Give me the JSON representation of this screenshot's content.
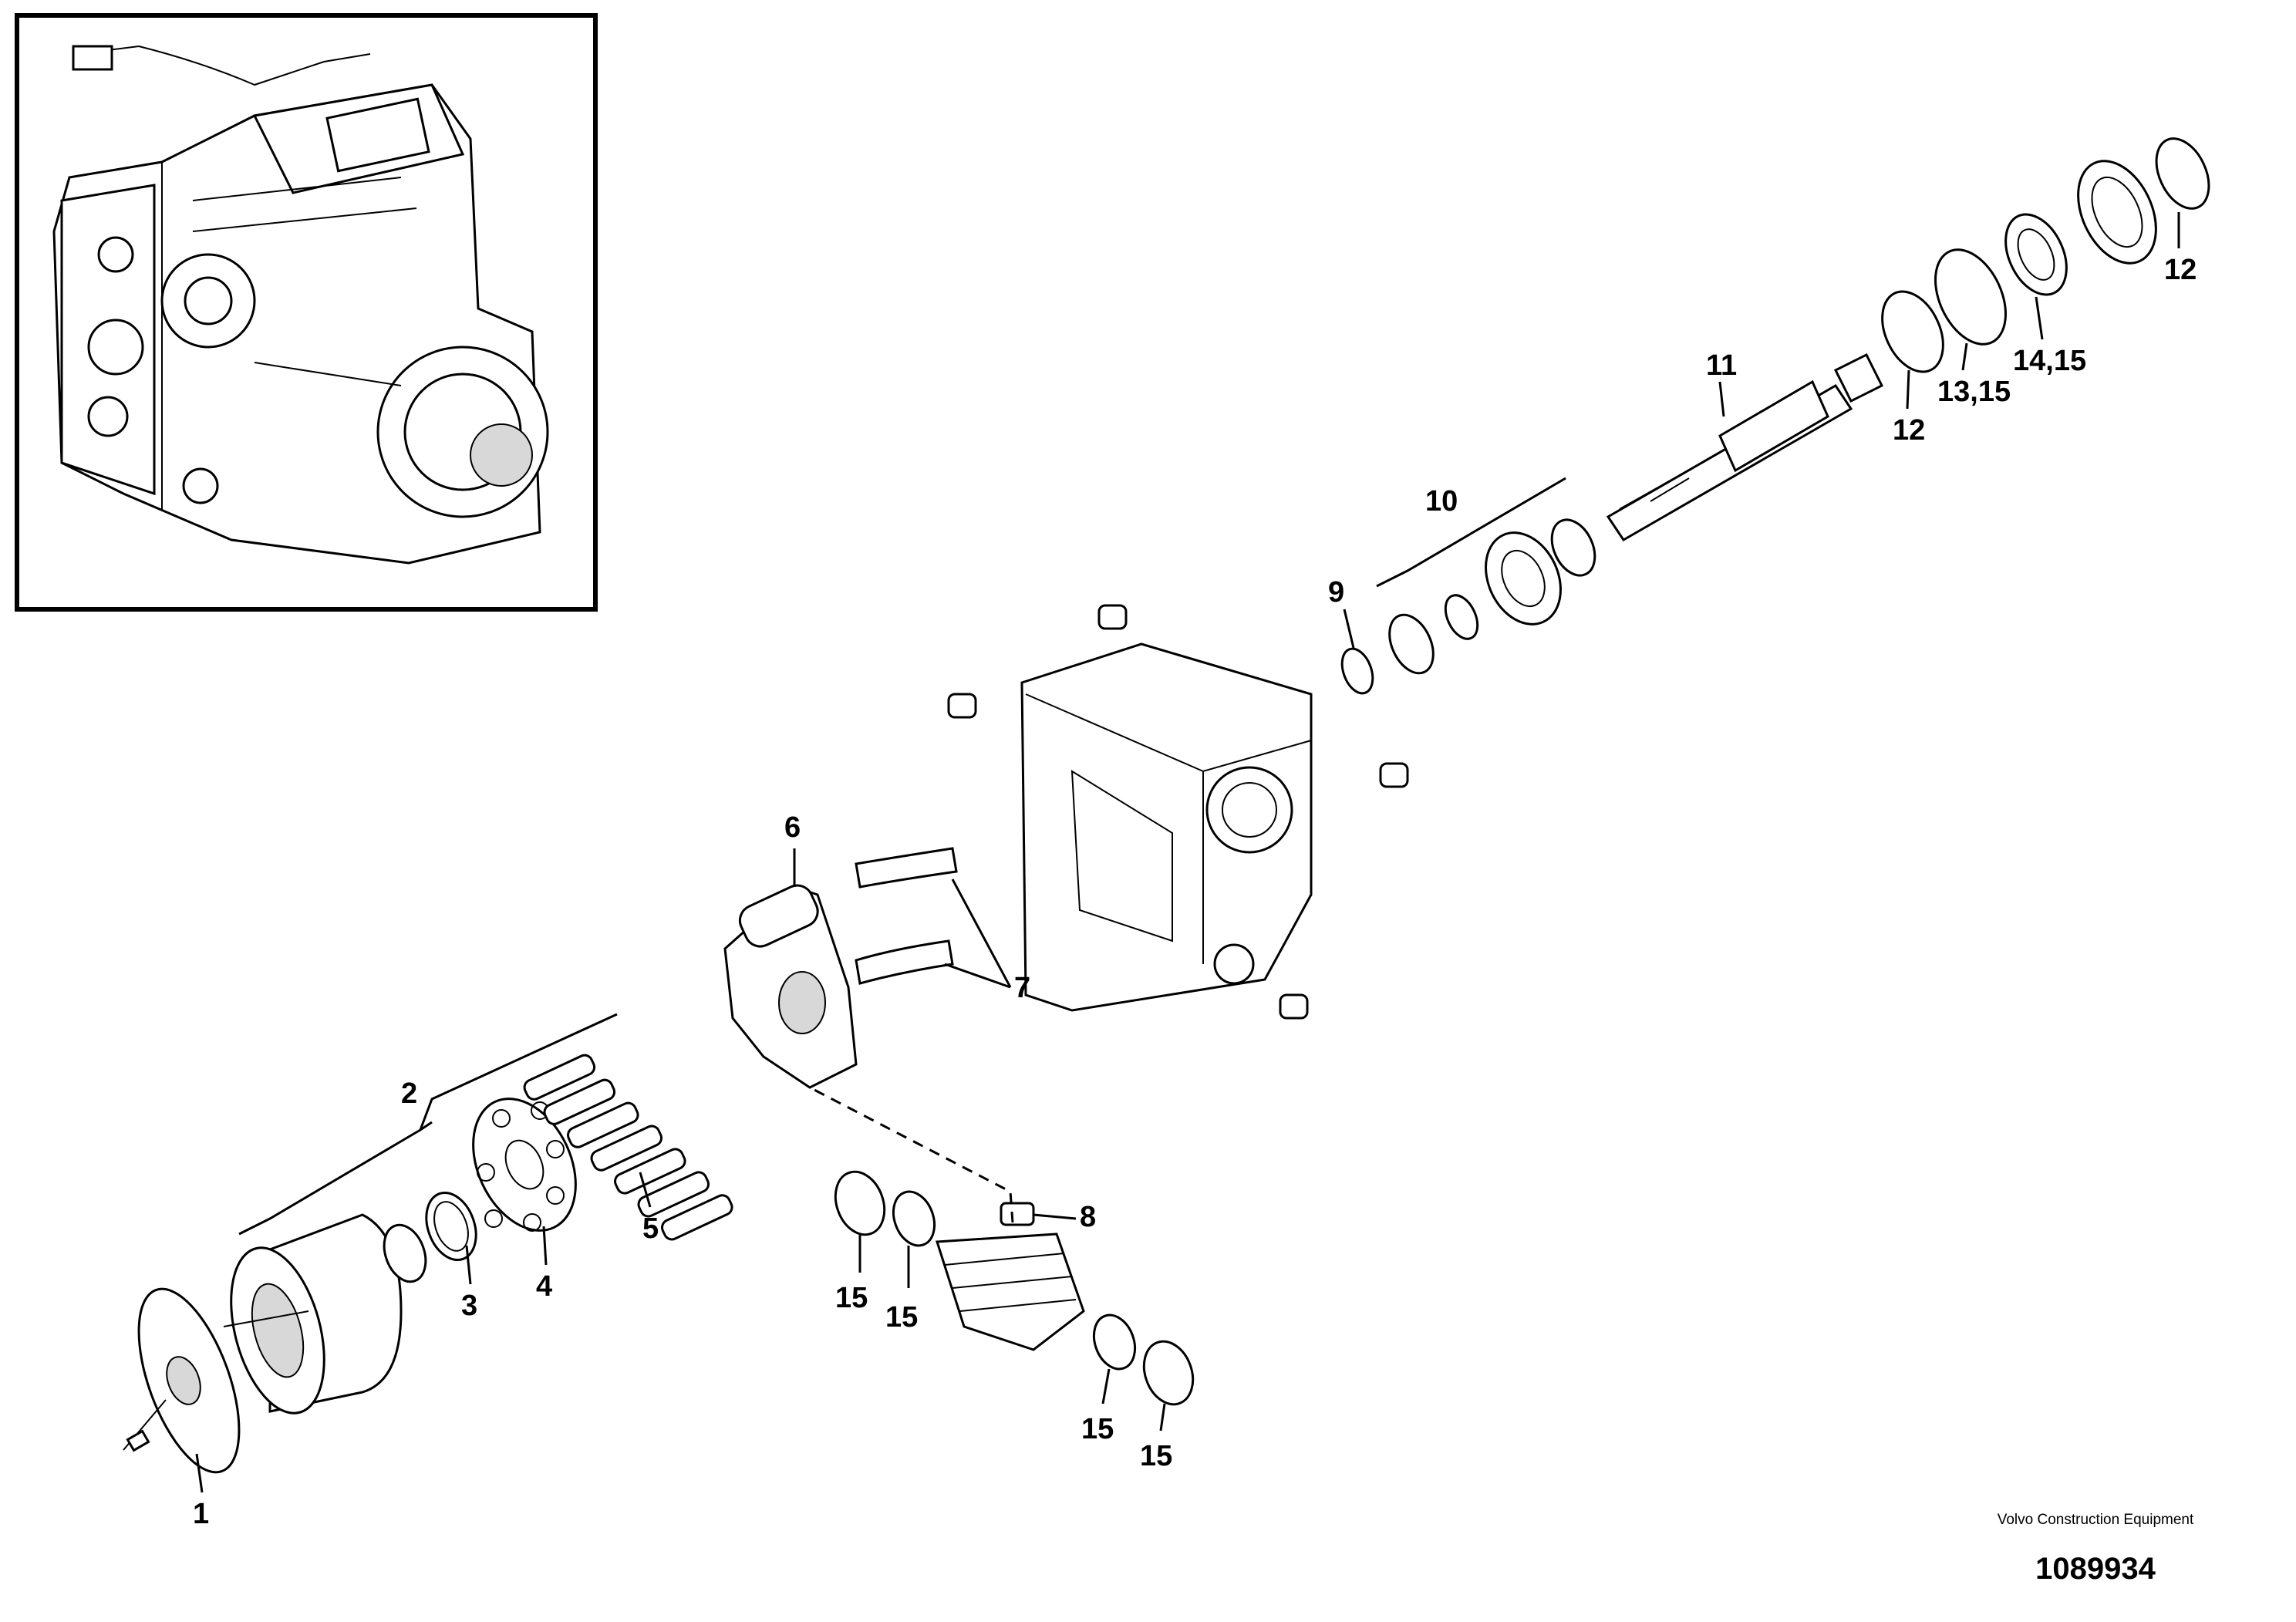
{
  "diagram": {
    "callouts": [
      {
        "id": "c1",
        "text": "1"
      },
      {
        "id": "c2",
        "text": "2"
      },
      {
        "id": "c3",
        "text": "3"
      },
      {
        "id": "c4",
        "text": "4"
      },
      {
        "id": "c5",
        "text": "5"
      },
      {
        "id": "c6",
        "text": "6"
      },
      {
        "id": "c7",
        "text": "7"
      },
      {
        "id": "c8",
        "text": "8"
      },
      {
        "id": "c9",
        "text": "9"
      },
      {
        "id": "c10",
        "text": "10"
      },
      {
        "id": "c11",
        "text": "11"
      },
      {
        "id": "c12a",
        "text": "12"
      },
      {
        "id": "c12b",
        "text": "12"
      },
      {
        "id": "c13",
        "text": "13,15"
      },
      {
        "id": "c14",
        "text": "14,15"
      },
      {
        "id": "c15a",
        "text": "15"
      },
      {
        "id": "c15b",
        "text": "15"
      },
      {
        "id": "c15c",
        "text": "15"
      },
      {
        "id": "c15d",
        "text": "15"
      }
    ]
  },
  "credit": {
    "company": "Volvo Construction Equipment",
    "drawing_number": "1089934"
  }
}
